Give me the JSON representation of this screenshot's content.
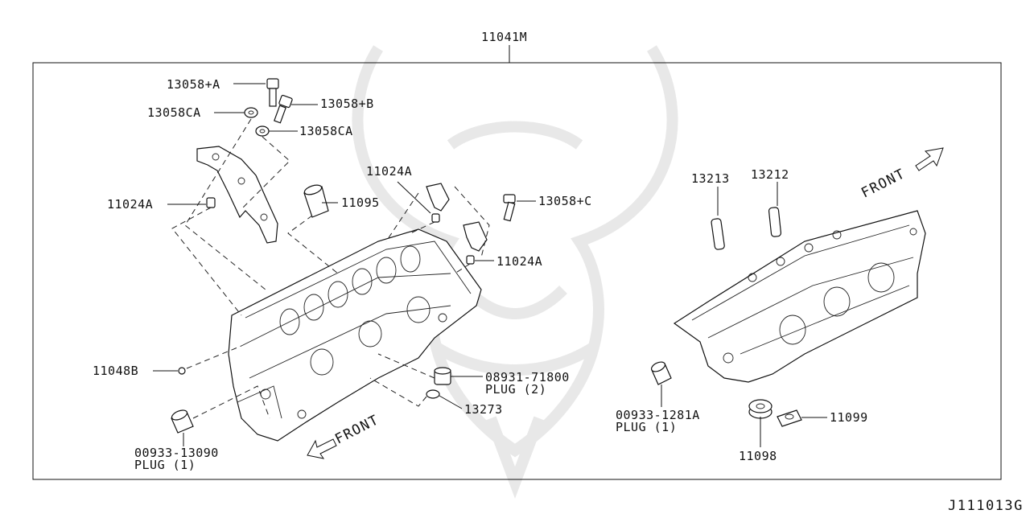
{
  "diagram": {
    "assembly_part": "11041M",
    "figure_code": "J111013G",
    "front_labels": [
      "FRONT",
      "FRONT"
    ],
    "parts": [
      {
        "key": "bolt_a",
        "number": "13058+A"
      },
      {
        "key": "washer_a",
        "number": "13058CA"
      },
      {
        "key": "bolt_b",
        "number": "13058+B"
      },
      {
        "key": "washer_b",
        "number": "13058CA"
      },
      {
        "key": "dowel_left",
        "number": "11024A"
      },
      {
        "key": "dowel_mid_top",
        "number": "11024A"
      },
      {
        "key": "tube",
        "number": "11095"
      },
      {
        "key": "bolt_c",
        "number": "13058+C"
      },
      {
        "key": "dowel_mid_right",
        "number": "11024A"
      },
      {
        "key": "ball_plug",
        "number": "11048B"
      },
      {
        "key": "plug_right_thread",
        "number": "08931-71800",
        "qty": "PLUG (2)"
      },
      {
        "key": "oring",
        "number": "13273"
      },
      {
        "key": "plug_left",
        "number": "00933-13090",
        "qty": "PLUG (1)"
      },
      {
        "key": "guide_13213",
        "number": "13213"
      },
      {
        "key": "guide_13212",
        "number": "13212"
      },
      {
        "key": "plug_right",
        "number": "00933-1281A",
        "qty": "PLUG (1)"
      },
      {
        "key": "seal_11098",
        "number": "11098"
      },
      {
        "key": "seal_11099",
        "number": "11099"
      }
    ]
  }
}
